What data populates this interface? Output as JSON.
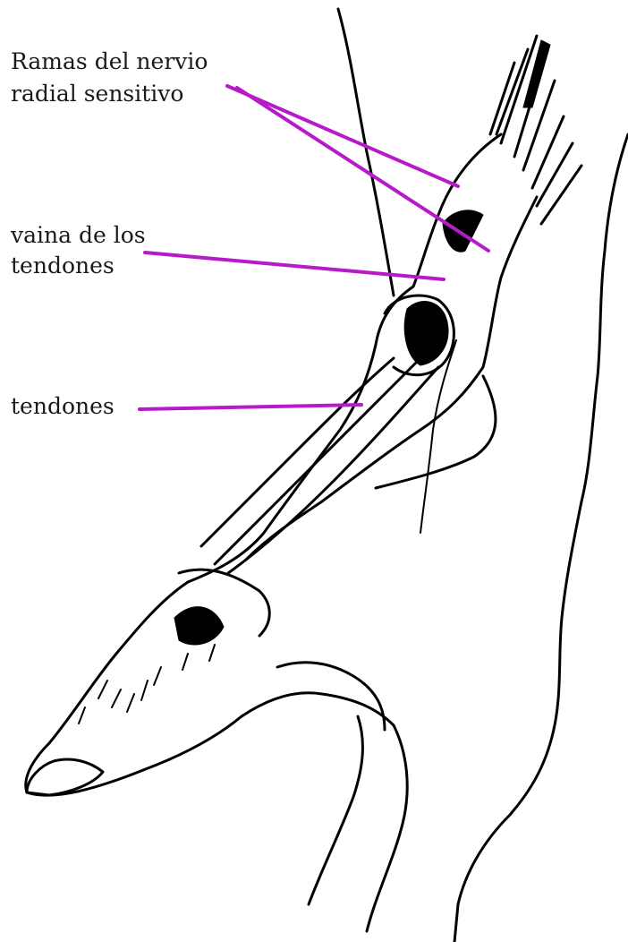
{
  "labels": {
    "nerve_line1": "Ramas del nervio",
    "nerve_line2": "radial sensitivo",
    "sheath_line1": "vaina de los",
    "sheath_line2": "tendones",
    "tendons": "tendones"
  },
  "colors": {
    "leader": "#b61ac9",
    "ink": "#000000",
    "background": "#ffffff"
  }
}
